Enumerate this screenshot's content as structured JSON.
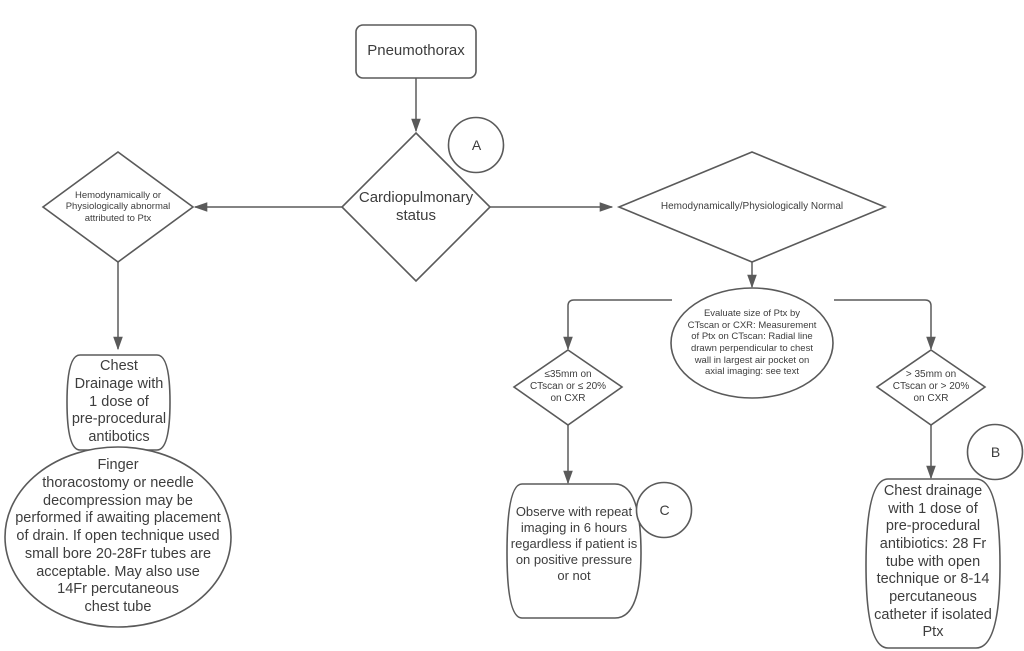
{
  "diagram": {
    "title": "Pneumothorax management algorithm",
    "stroke_color": "#5a5a5a",
    "text_color": "#3d3d3d",
    "background": "#ffffff"
  },
  "nodes": {
    "start": {
      "label": "Pneumothorax",
      "shape": "rounded-rect"
    },
    "cardiopulmonary_status": {
      "label": "Cardiopulmonary\nstatus",
      "shape": "diamond"
    },
    "abnormal": {
      "label": "Hemodynamically  or\nPhysiologically abnormal\nattributed to Ptx",
      "shape": "diamond"
    },
    "normal": {
      "label": "Hemodynamically/Physiologically Normal",
      "shape": "diamond"
    },
    "evaluate_size": {
      "label": "Evaluate size of Ptx by\nCTscan or CXR: Measurement\nof Ptx on CTscan: Radial line\ndrawn perpendicular to chest\nwall in largest air pocket on\naxial imaging: see text",
      "shape": "ellipse"
    },
    "small_ptx": {
      "label_line1_prefix": "≤",
      "label": "≤35mm on\nCTscan or ≤ 20%\non CXR",
      "shape": "diamond"
    },
    "large_ptx": {
      "label": "> 35mm on\nCTscan or > 20%\non CXR",
      "shape": "diamond"
    },
    "chest_drainage_left": {
      "label": "Chest\nDrainage with\n1 dose of\npre-procedural\nantibotics",
      "shape": "barrel"
    },
    "finger_thoracostomy": {
      "label": "Finger\nthoracostomy or needle\ndecompression may be\nperformed if awaiting placement\nof drain.  If open technique used\nsmall bore 20-28Fr tubes are\nacceptable.  May also use\n14Fr percutaneous\nchest tube",
      "shape": "ellipse"
    },
    "observe": {
      "label": "Observe with repeat\nimaging in 6 hours\nregardless if patient is\non positive pressure\nor not",
      "shape": "barrel"
    },
    "chest_drainage_right": {
      "label": "Chest drainage\nwith 1 dose of\npre-procedural\nantibiotics: 28 Fr\ntube with open\ntechnique or 8-14\npercutaneous\ncatheter if isolated\nPtx",
      "shape": "barrel"
    }
  },
  "annotations": {
    "a": {
      "label": "A",
      "shape": "circle"
    },
    "b": {
      "label": "B",
      "shape": "circle"
    },
    "c": {
      "label": "C",
      "shape": "circle"
    }
  },
  "edges": [
    {
      "from": "start",
      "to": "cardiopulmonary_status",
      "direction": "down"
    },
    {
      "from": "cardiopulmonary_status",
      "to": "abnormal",
      "direction": "left"
    },
    {
      "from": "cardiopulmonary_status",
      "to": "normal",
      "direction": "right"
    },
    {
      "from": "abnormal",
      "to": "chest_drainage_left",
      "direction": "down"
    },
    {
      "from": "normal",
      "to": "evaluate_size",
      "direction": "down"
    },
    {
      "from": "evaluate_size",
      "to": "small_ptx",
      "direction": "left-down"
    },
    {
      "from": "evaluate_size",
      "to": "large_ptx",
      "direction": "right-down"
    },
    {
      "from": "small_ptx",
      "to": "observe",
      "direction": "down"
    },
    {
      "from": "large_ptx",
      "to": "chest_drainage_right",
      "direction": "down"
    }
  ]
}
